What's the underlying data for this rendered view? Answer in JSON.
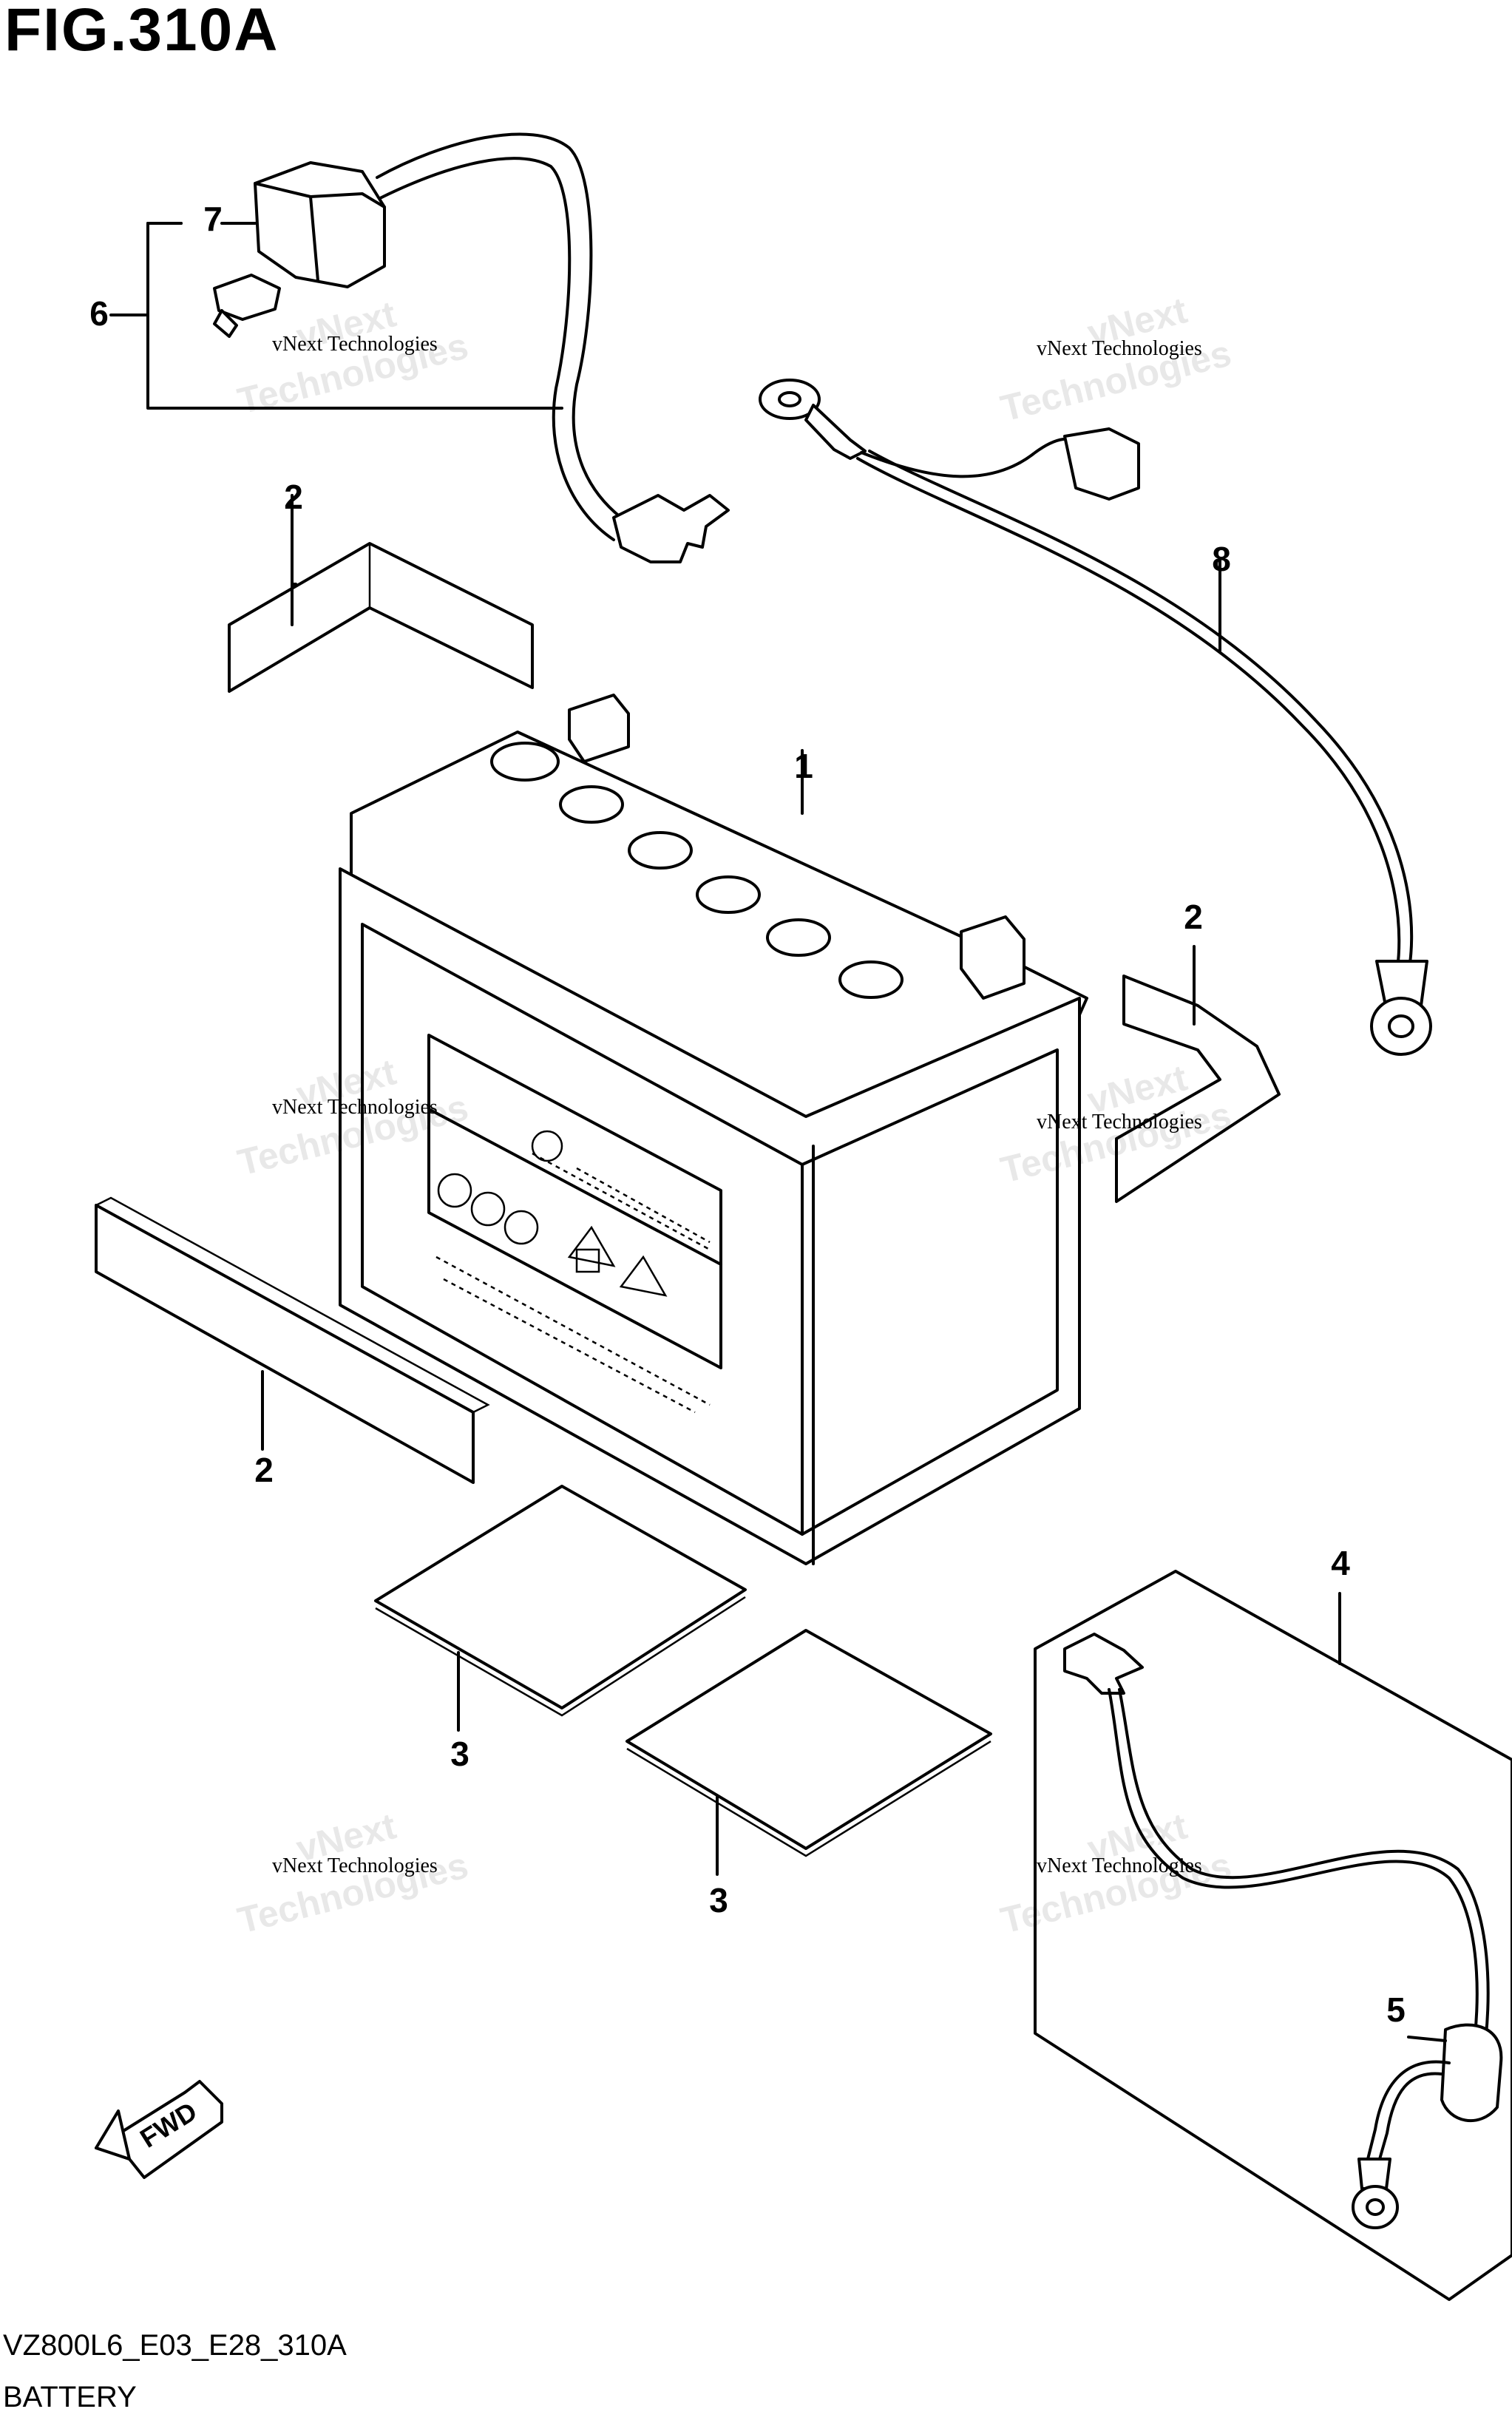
{
  "figure": {
    "title": "FIG.310A",
    "code": "VZ800L6_E03_E28_310A",
    "name": "BATTERY"
  },
  "callouts": [
    "1",
    "2",
    "2",
    "2",
    "3",
    "3",
    "4",
    "5",
    "6",
    "7",
    "8"
  ],
  "watermark": {
    "small": "vNext Technologies",
    "large_top": "vNext",
    "large_bottom": "Technologies"
  },
  "fwd_label": "FWD"
}
